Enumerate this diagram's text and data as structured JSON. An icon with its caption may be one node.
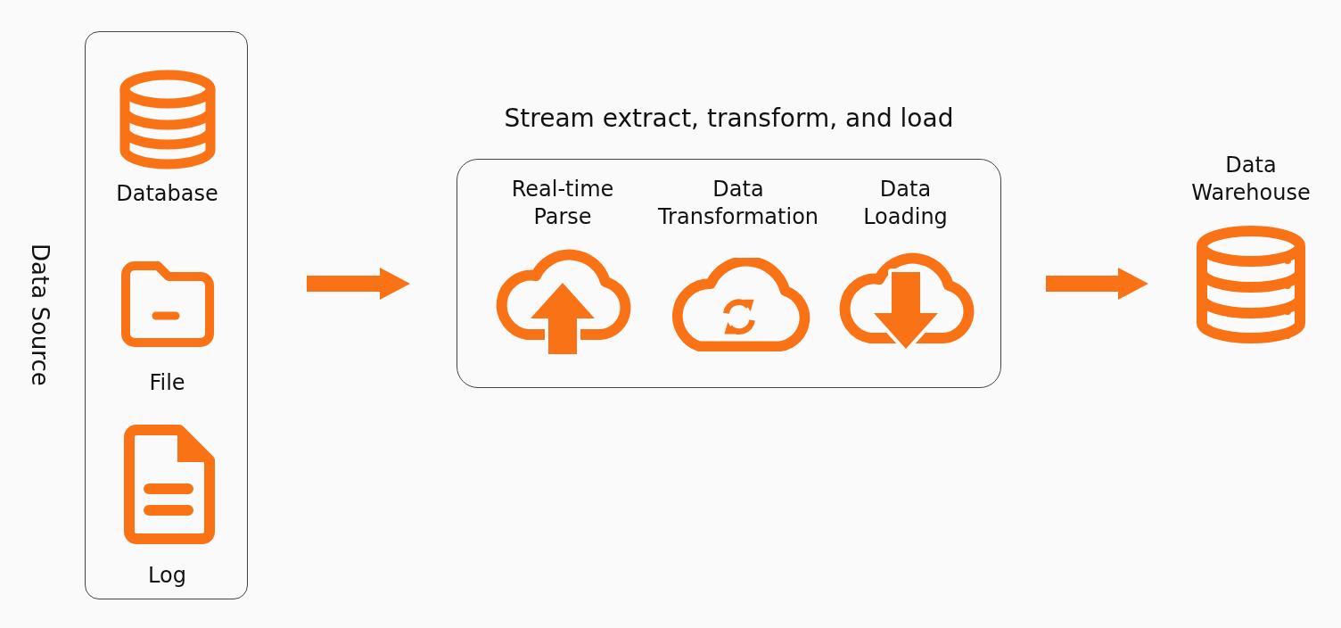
{
  "diagram": {
    "nodes": [
      {
        "text": [
          "Data Source"
        ]
      },
      {
        "text": [
          "Database"
        ],
        "in": 0
      },
      {
        "text": [
          "File"
        ],
        "in": 0
      },
      {
        "text": [
          "Log"
        ],
        "in": 0
      },
      {
        "text": [
          "Stream extract, transform, and load"
        ]
      },
      {
        "text": [
          "Real-time Parse"
        ],
        "in": 4
      },
      {
        "text": [
          "Data Transformation"
        ],
        "in": 4
      },
      {
        "text": [
          "Data Loading"
        ],
        "in": 4
      },
      {
        "text": [
          "Data Warehouse"
        ]
      }
    ],
    "edges": [
      {
        "from": 0,
        "to": 4,
        "arrow": "to"
      },
      {
        "from": 4,
        "to": 8,
        "arrow": "to"
      }
    ]
  }
}
